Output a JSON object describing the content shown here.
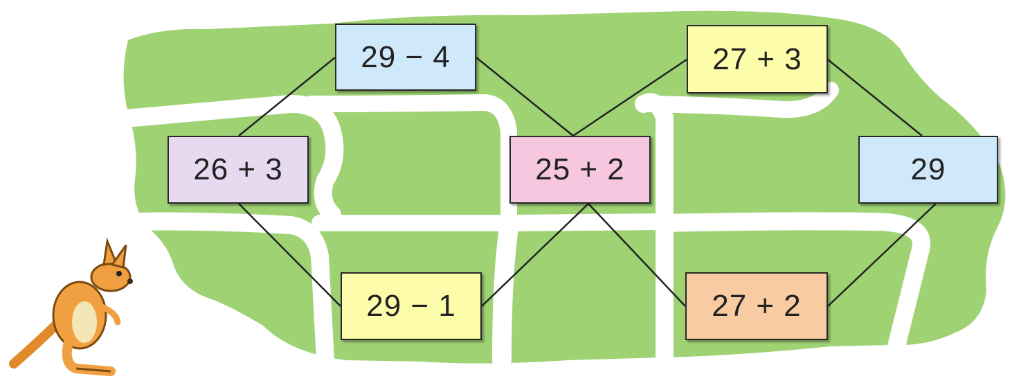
{
  "colors": {
    "field": "#9ed273",
    "path": "#ffffff",
    "line": "#222222"
  },
  "nodes": [
    {
      "id": "n1",
      "label": "29 − 4",
      "color": "#cfe9fb"
    },
    {
      "id": "n2",
      "label": "27 + 3",
      "color": "#fdfcab"
    },
    {
      "id": "n3",
      "label": "26 + 3",
      "color": "#e6d9f0"
    },
    {
      "id": "n4",
      "label": "25 + 2",
      "color": "#f6c7de"
    },
    {
      "id": "n5",
      "label": "29",
      "color": "#cfe9fb"
    },
    {
      "id": "n6",
      "label": "29 − 1",
      "color": "#fdfcab"
    },
    {
      "id": "n7",
      "label": "27 + 2",
      "color": "#f8cba2"
    }
  ],
  "edges": [
    [
      "n3",
      "n1"
    ],
    [
      "n1",
      "n4"
    ],
    [
      "n4",
      "n2"
    ],
    [
      "n2",
      "n5"
    ],
    [
      "n3",
      "n6"
    ],
    [
      "n6",
      "n4"
    ],
    [
      "n4",
      "n7"
    ],
    [
      "n7",
      "n5"
    ]
  ],
  "decoration": {
    "character_icon": "kangaroo-icon"
  }
}
